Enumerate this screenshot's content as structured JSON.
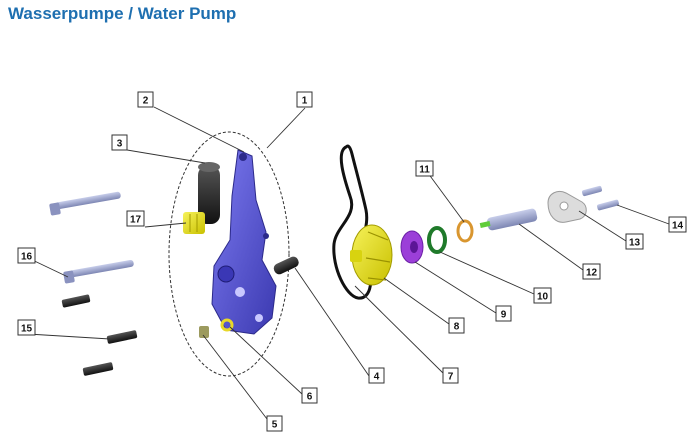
{
  "title": "Wasserpumpe / Water Pump",
  "callouts": [
    "1",
    "2",
    "3",
    "4",
    "5",
    "6",
    "7",
    "8",
    "9",
    "10",
    "11",
    "12",
    "13",
    "14",
    "15",
    "16",
    "17"
  ],
  "colors": {
    "title": "#1e6fb0",
    "housing": "#5b58d6",
    "impeller": "#e8e21a",
    "seal_purple": "#9b3fd8",
    "oring_green": "#1f7a2a",
    "washer_orange": "#d9962f",
    "bolt_gray": "#9aa3c8",
    "dark_bolt": "#2a2a2a"
  }
}
